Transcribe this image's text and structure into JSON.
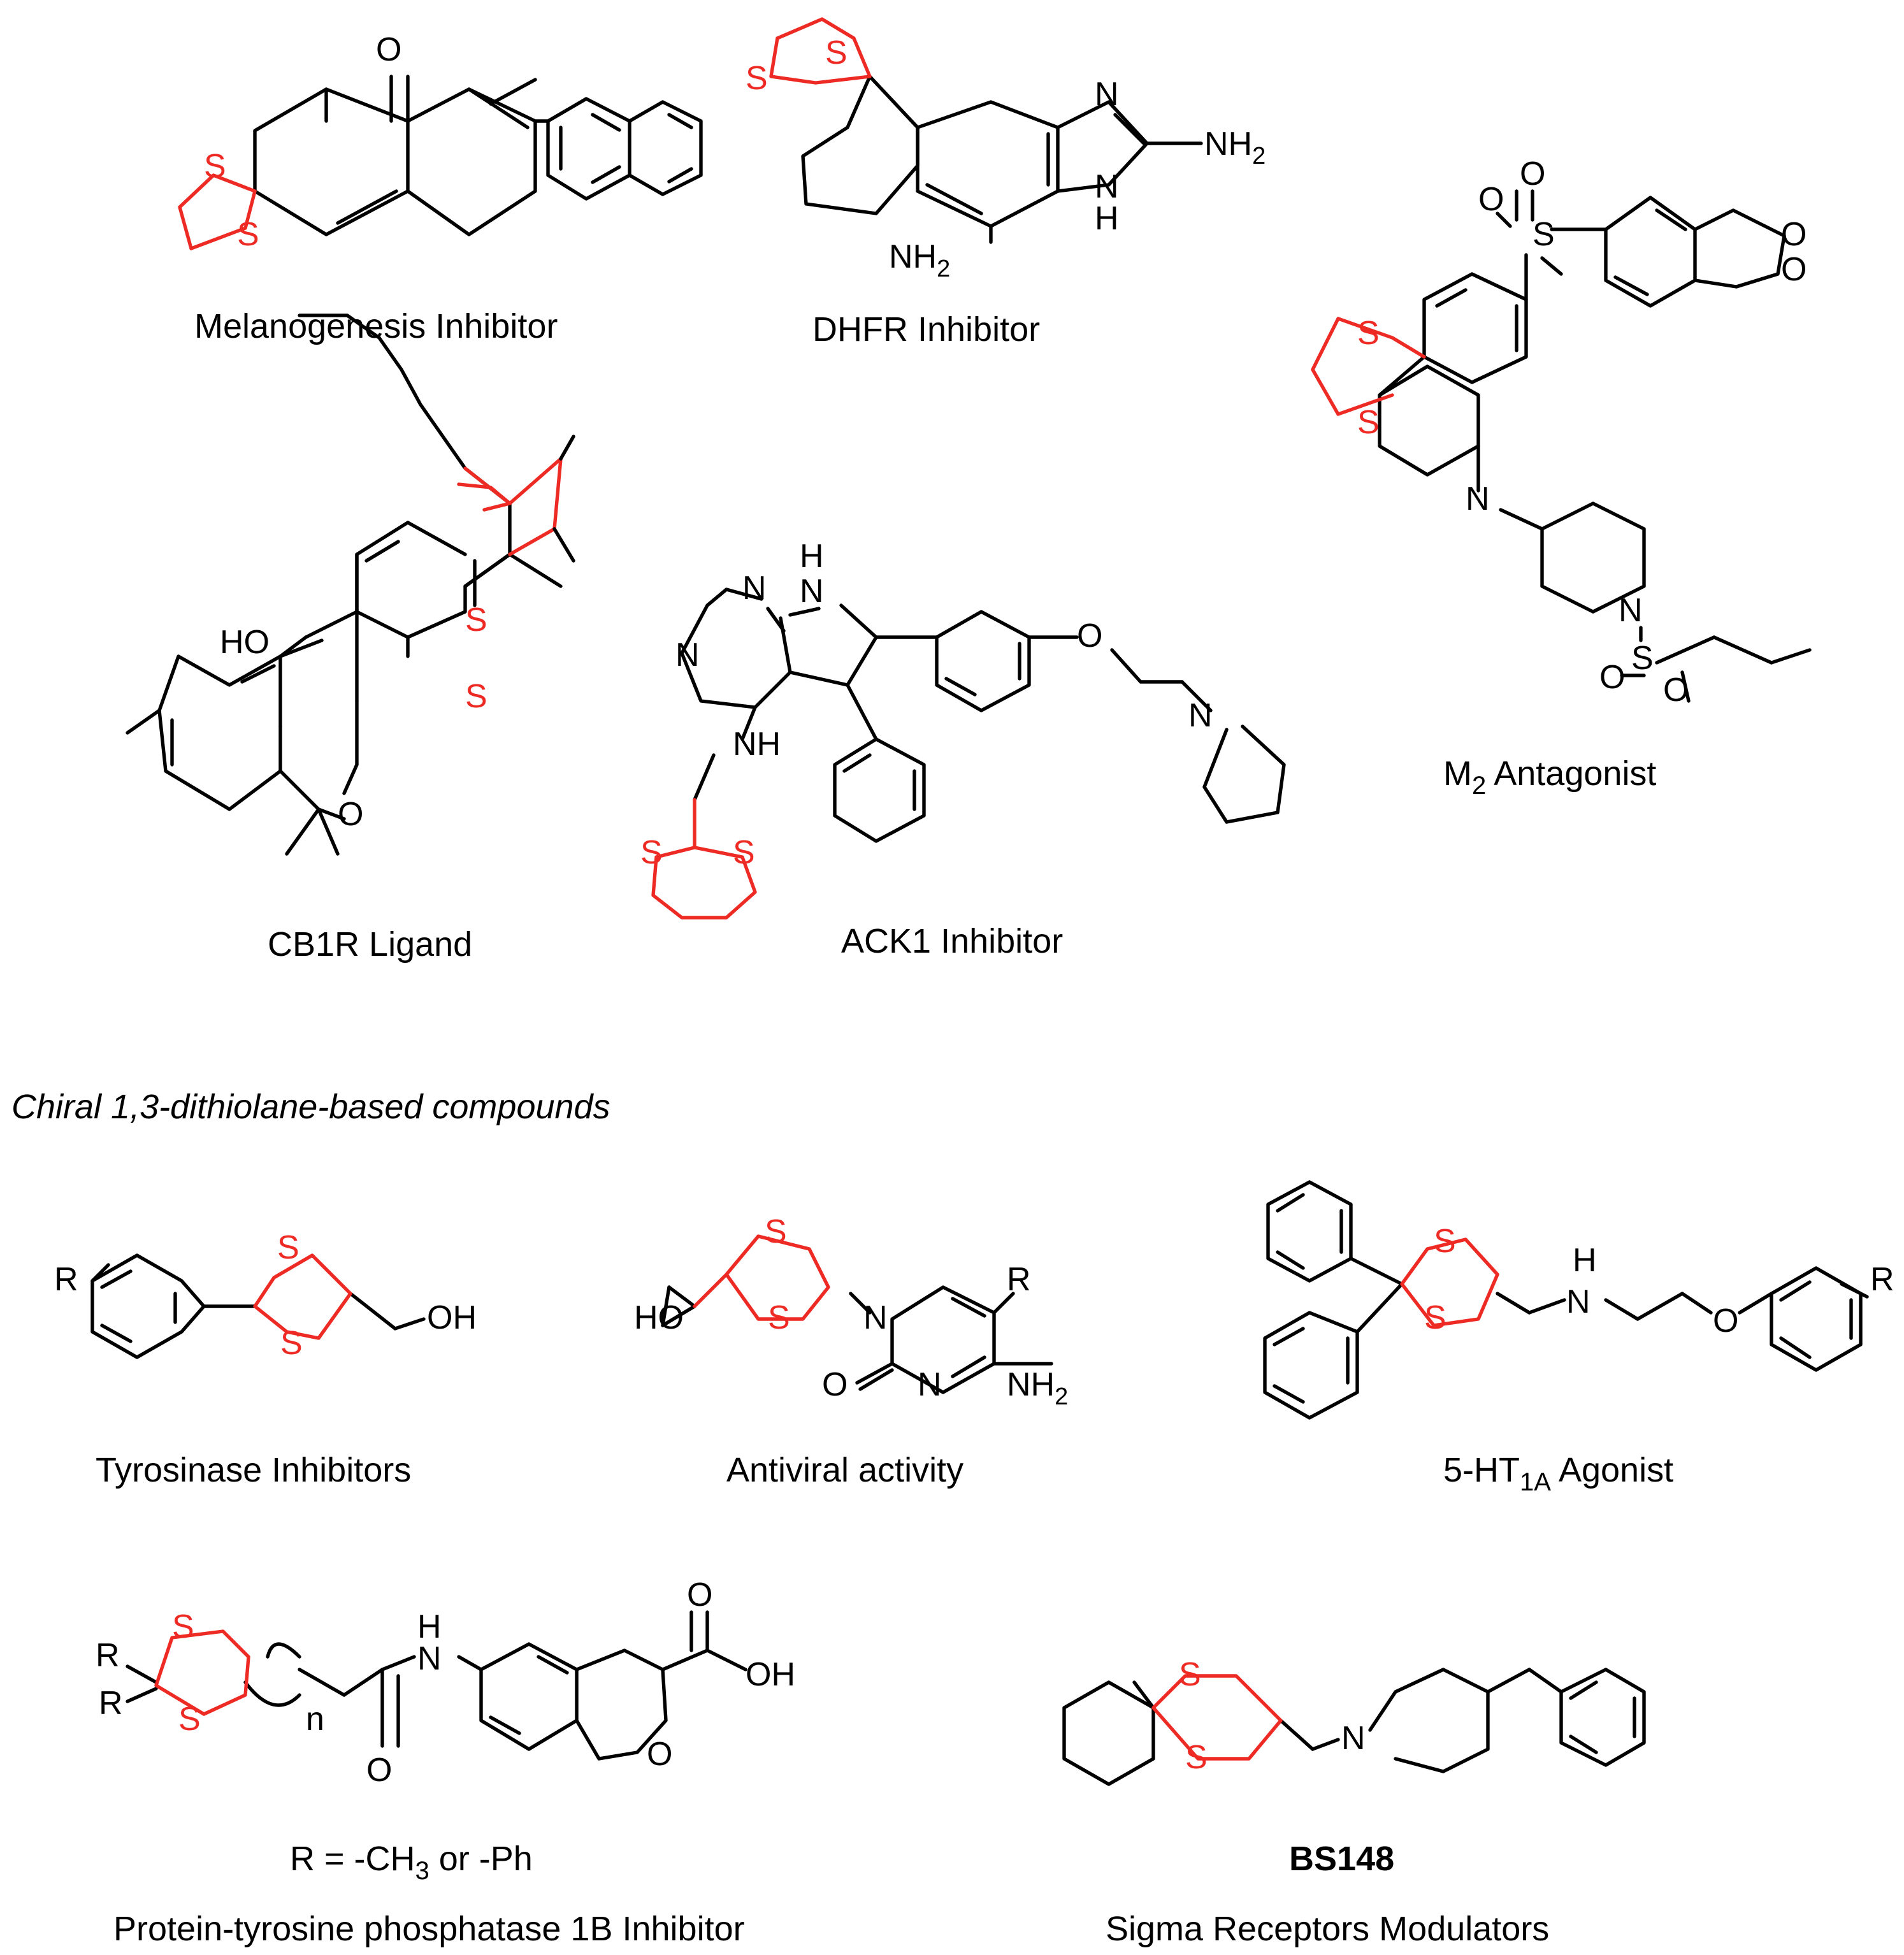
{
  "figure": {
    "colors": {
      "bond": "#000000",
      "dithiolane": "#ee2a24",
      "background": "#ffffff"
    },
    "section_heading": "Chiral 1,3-dithiolane-based compounds",
    "compounds": [
      {
        "id": "melanogenesis",
        "caption": "Melanogenesis Inhibitor",
        "atoms": {
          "o": "O",
          "s1": "S",
          "s2": "S"
        }
      },
      {
        "id": "dhfr",
        "caption": "DHFR Inhibitor",
        "atoms": {
          "s1": "S",
          "s2": "S",
          "n1": "N",
          "n2": "N",
          "h": "H",
          "nh2a": "NH",
          "nh2a_sub": "2",
          "nh2b": "NH",
          "nh2b_sub": "2"
        }
      },
      {
        "id": "m2",
        "caption": "M",
        "caption_sub": "2",
        "caption_rest": " Antagonist",
        "atoms": {
          "o1": "O",
          "s_sulf": "S",
          "o2": "O",
          "o3": "O",
          "o4": "O",
          "s1": "S",
          "s2": "S",
          "n1": "N",
          "n2": "N",
          "s_sulf2": "S",
          "o5": "O",
          "o6": "O"
        }
      },
      {
        "id": "cb1r",
        "caption": "CB1R Ligand",
        "atoms": {
          "ho": "HO",
          "s1": "S",
          "s2": "S",
          "o": "O"
        }
      },
      {
        "id": "ack1",
        "caption": "ACK1 Inhibitor",
        "atoms": {
          "h": "H",
          "n1": "N",
          "n2": "N",
          "n3": "N",
          "nh": "NH",
          "o": "O",
          "n4": "N",
          "s1": "S",
          "s2": "S"
        }
      },
      {
        "id": "tyrosinase",
        "caption": "Tyrosinase Inhibitors",
        "atoms": {
          "r": "R",
          "s1": "S",
          "s2": "S",
          "oh": "OH"
        }
      },
      {
        "id": "antiviral",
        "caption": "Antiviral activity",
        "atoms": {
          "s1": "S",
          "s2": "S",
          "ho": "HO",
          "n1": "N",
          "r": "R",
          "o": "O",
          "n2": "N",
          "nh2": "NH",
          "nh2_sub": "2"
        }
      },
      {
        "id": "ht1a",
        "caption": "5-HT",
        "caption_sub": "1A",
        "caption_rest": " Agonist",
        "atoms": {
          "s1": "S",
          "s2": "S",
          "h": "H",
          "n": "N",
          "o": "O",
          "r": "R"
        }
      },
      {
        "id": "ptp1b",
        "caption": "Protein-tyrosine phosphatase 1B Inhibitor",
        "note": "R = -CH",
        "note_sub": "3",
        "note_rest": " or -Ph",
        "atoms": {
          "r1": "R",
          "r2": "R",
          "s1": "S",
          "s2": "S",
          "n_sub": "n",
          "h": "H",
          "n": "N",
          "o1": "O",
          "o2": "O",
          "oh": "OH",
          "o3": "O"
        }
      },
      {
        "id": "bs148",
        "label": "BS148",
        "caption": "Sigma Receptors Modulators",
        "atoms": {
          "s1": "S",
          "s2": "S",
          "n": "N"
        }
      }
    ]
  }
}
